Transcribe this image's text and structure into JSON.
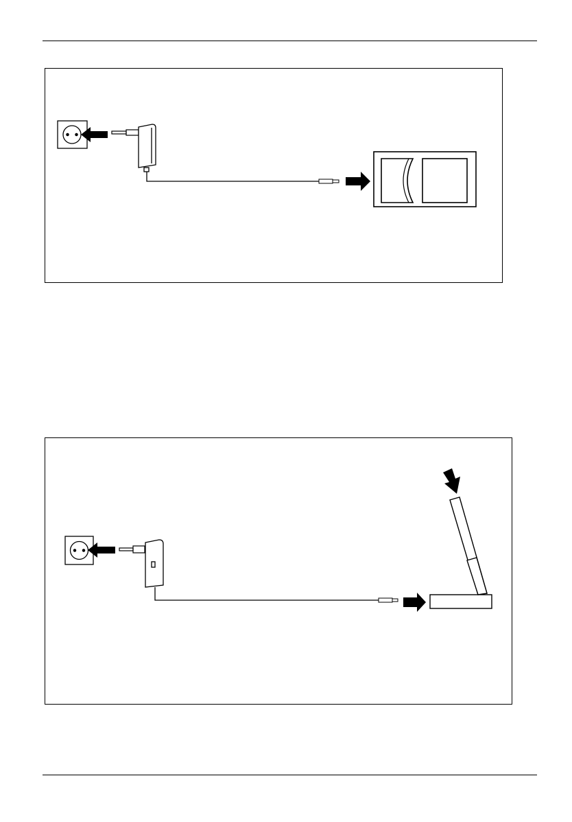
{
  "page": {
    "background": "#ffffff",
    "line_color": "#000000"
  },
  "figures": [
    {
      "id": "figure-1",
      "depicts": [
        "wall-socket",
        "plug-arrow",
        "power-adapter",
        "power-cable",
        "cable-connector",
        "connect-arrow",
        "device-front"
      ]
    },
    {
      "id": "figure-2",
      "depicts": [
        "wall-socket",
        "plug-arrow",
        "power-adapter",
        "power-cable",
        "cable-connector",
        "connect-arrow",
        "cradle-base",
        "device-in-cradle",
        "insert-arrow"
      ]
    }
  ],
  "icons": {
    "arrow": "filled-arrow-icon",
    "socket": "wall-socket-icon",
    "adapter": "power-adapter-icon"
  }
}
